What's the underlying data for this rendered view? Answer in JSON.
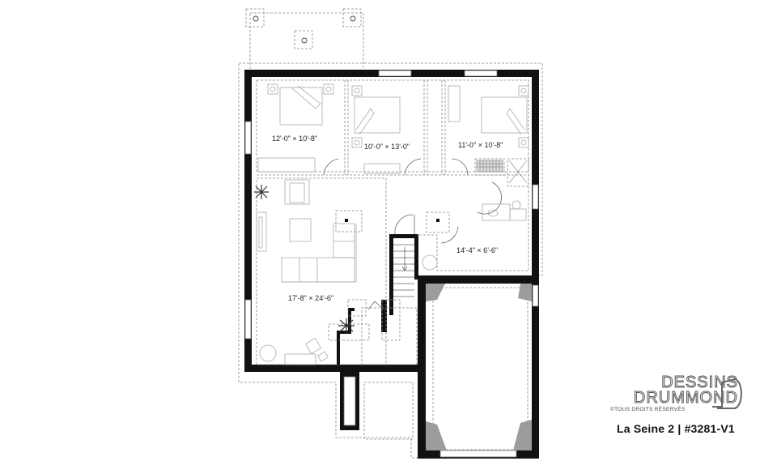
{
  "plan": {
    "name": "La Seine 2",
    "plan_number": "#3281-V1",
    "title_separator": " | ",
    "rooms": [
      {
        "id": "bedroom-1",
        "dimensions": "12'-0\" × 10'-8\""
      },
      {
        "id": "bedroom-2",
        "dimensions": "10'-0\" × 13'-0\""
      },
      {
        "id": "bedroom-3",
        "dimensions": "11'-0\" × 10'-8\""
      },
      {
        "id": "bathroom-laundry",
        "dimensions": "14'-4\" × 6'-6\""
      },
      {
        "id": "family-room",
        "dimensions": "17'-8\" × 24'-6\""
      }
    ]
  },
  "brand": {
    "line1": "DESSINS",
    "line2": "DRUMMOND",
    "rights": "©TOUS DROITS RÉSERVÉS"
  },
  "colors": {
    "wall": "#111111",
    "dashed": "#888888",
    "furniture": "#999999"
  },
  "title_full": "La Seine 2 | #3281-V1"
}
